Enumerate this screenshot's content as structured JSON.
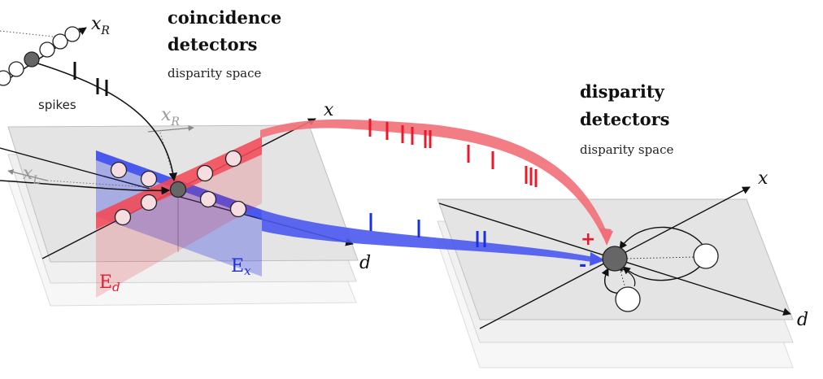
{
  "coincidence": {
    "title_line1": "coincidence",
    "title_line2": "detectors",
    "subtitle": "disparity space"
  },
  "disparity": {
    "title_line1": "disparity",
    "title_line2": "detectors",
    "subtitle": "disparity space"
  },
  "labels": {
    "spikes": "spikes",
    "x": "x",
    "d": "d",
    "x_sub": "x",
    "R": "R",
    "L": "L",
    "E": "E",
    "E_d_sub": "d",
    "E_x_sub": "x",
    "plus": "+",
    "minus": "-"
  },
  "colors": {
    "excitatory": "#e8192c",
    "inhibitory": "#1a2fe0",
    "neuron_fill": "#f6dde2",
    "active_neuron": "#666666",
    "plane": "#e6e6e6"
  }
}
